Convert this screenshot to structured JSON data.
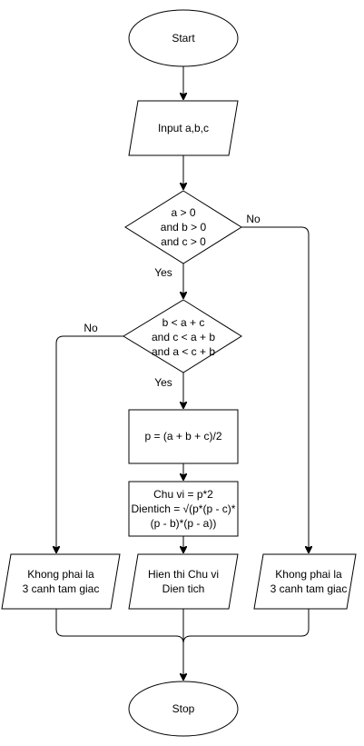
{
  "nodes": {
    "start": "Start",
    "input": "Input a,b,c",
    "cond1": [
      "a > 0",
      "and b > 0",
      "and c > 0"
    ],
    "cond2": [
      "b < a + c",
      "and c < a + b",
      "and a < c + b"
    ],
    "calc_p": "p = (a + b + c)/2",
    "calc_area": [
      "Chu vi = p*2",
      "Dientich = √(p*(p - c)*",
      "(p - b)*(p - a))"
    ],
    "not_triangle_left": [
      "Khong phai la",
      "3 canh tam giac"
    ],
    "display": [
      "Hien thi Chu vi",
      "Dien tich"
    ],
    "not_triangle_right": [
      "Khong phai la",
      "3 canh tam giac"
    ],
    "stop": "Stop"
  },
  "edge_labels": {
    "cond1_no": "No",
    "cond1_yes": "Yes",
    "cond2_no": "No",
    "cond2_yes": "Yes"
  }
}
